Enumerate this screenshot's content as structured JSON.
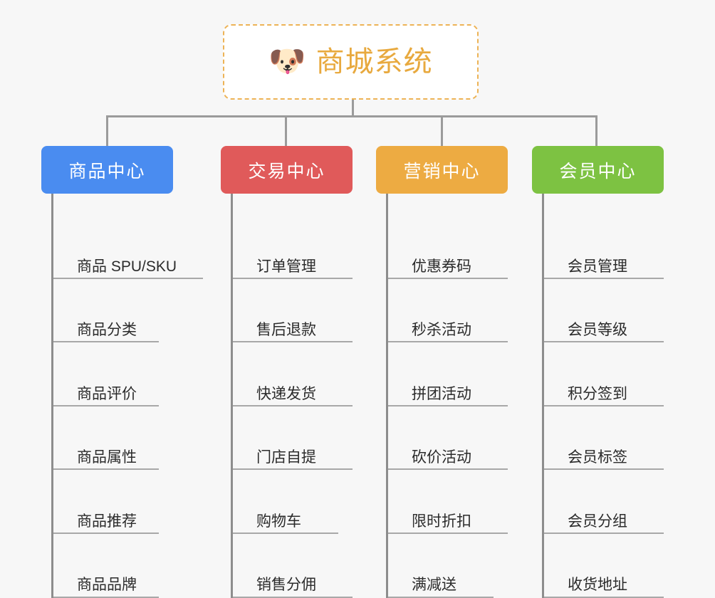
{
  "background_color": "#f7f7f7",
  "root": {
    "icon": "dog-face-emoji",
    "icon_glyph": "🐶",
    "title": "商城系统",
    "title_color": "#e8a93e",
    "border_color": "#edb356",
    "background": "#ffffff"
  },
  "connector_color": "#9b9b9b",
  "trunk_color": "#8d8d8d",
  "underline_color": "#a8a8a8",
  "branches": [
    {
      "label": "商品中心",
      "color": "#4a8cf0",
      "items": [
        {
          "label": "商品 SPU/SKU",
          "width": "w-xl"
        },
        {
          "label": "商品分类",
          "width": "w-md"
        },
        {
          "label": "商品评价",
          "width": "w-md"
        },
        {
          "label": "商品属性",
          "width": "w-md"
        },
        {
          "label": "商品推荐",
          "width": "w-md"
        },
        {
          "label": "商品品牌",
          "width": "w-md"
        }
      ]
    },
    {
      "label": "交易中心",
      "color": "#e05a5a",
      "items": [
        {
          "label": "订单管理",
          "width": "w-md"
        },
        {
          "label": "售后退款",
          "width": "w-md"
        },
        {
          "label": "快递发货",
          "width": "w-md"
        },
        {
          "label": "门店自提",
          "width": "w-md"
        },
        {
          "label": "购物车",
          "width": "w-sm"
        },
        {
          "label": "销售分佣",
          "width": "w-md"
        }
      ]
    },
    {
      "label": "营销中心",
      "color": "#edab42",
      "items": [
        {
          "label": "优惠券码",
          "width": "w-md"
        },
        {
          "label": "秒杀活动",
          "width": "w-md"
        },
        {
          "label": "拼团活动",
          "width": "w-md"
        },
        {
          "label": "砍价活动",
          "width": "w-md"
        },
        {
          "label": "限时折扣",
          "width": "w-md"
        },
        {
          "label": "满减送",
          "width": "w-sm"
        }
      ]
    },
    {
      "label": "会员中心",
      "color": "#7dc242",
      "items": [
        {
          "label": "会员管理",
          "width": "w-md"
        },
        {
          "label": "会员等级",
          "width": "w-md"
        },
        {
          "label": "积分签到",
          "width": "w-md"
        },
        {
          "label": "会员标签",
          "width": "w-md"
        },
        {
          "label": "会员分组",
          "width": "w-md"
        },
        {
          "label": "收货地址",
          "width": "w-md"
        }
      ]
    }
  ]
}
